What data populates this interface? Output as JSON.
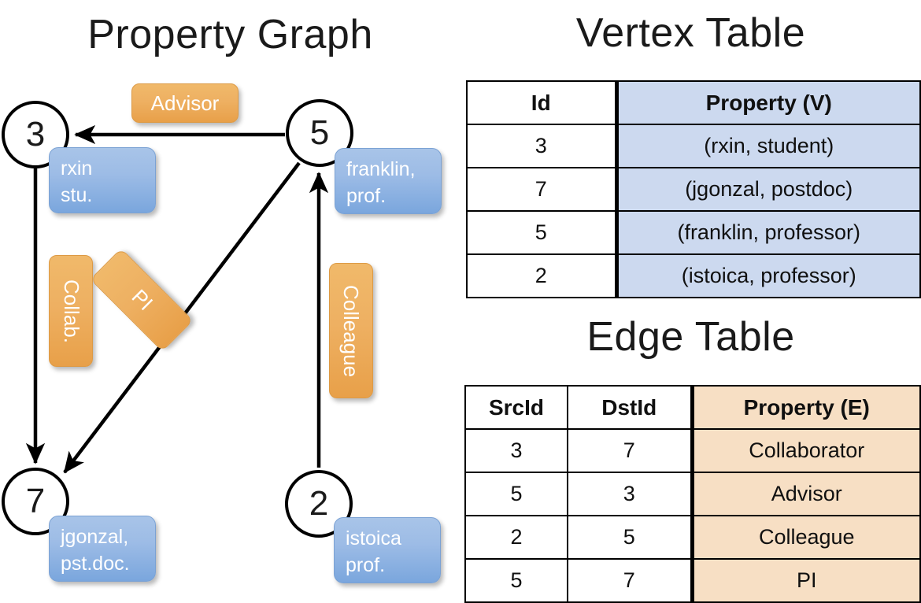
{
  "graph_panel": {
    "title": "Property Graph",
    "nodes": [
      {
        "id": "3",
        "property": "rxin\nstu."
      },
      {
        "id": "5",
        "property": "franklin,\nprof."
      },
      {
        "id": "7",
        "property": "jgonzal,\npst.doc."
      },
      {
        "id": "2",
        "property": "istoica\nprof."
      }
    ],
    "node_labels": {
      "n3": "3",
      "n5": "5",
      "n7": "7",
      "n2": "2"
    },
    "vertex_props": {
      "rxin_line1": "rxin",
      "rxin_line2": "stu.",
      "franklin_line1": "franklin,",
      "franklin_line2": "prof.",
      "jgonzal_line1": "jgonzal,",
      "jgonzal_line2": "pst.doc.",
      "istoica_line1": "istoica",
      "istoica_line2": "prof."
    },
    "edge_labels": {
      "advisor": "Advisor",
      "collab": "Collab.",
      "pi": "PI",
      "colleague": "Colleague"
    },
    "edges": [
      {
        "src": "5",
        "dst": "3",
        "label": "Advisor"
      },
      {
        "src": "3",
        "dst": "7",
        "label": "Collab."
      },
      {
        "src": "5",
        "dst": "7",
        "label": "PI"
      },
      {
        "src": "2",
        "dst": "5",
        "label": "Colleague"
      }
    ]
  },
  "vertex_table": {
    "title": "Vertex Table",
    "headers": [
      "Id",
      "Property (V)"
    ],
    "rows": [
      {
        "id": "3",
        "property": "(rxin, student)"
      },
      {
        "id": "7",
        "property": "(jgonzal, postdoc)"
      },
      {
        "id": "5",
        "property": "(franklin, professor)"
      },
      {
        "id": "2",
        "property": "(istoica, professor)"
      }
    ]
  },
  "edge_table": {
    "title": "Edge Table",
    "headers": [
      "SrcId",
      "DstId",
      "Property (E)"
    ],
    "rows": [
      {
        "src": "3",
        "dst": "7",
        "property": "Collaborator"
      },
      {
        "src": "5",
        "dst": "3",
        "property": "Advisor"
      },
      {
        "src": "2",
        "dst": "5",
        "property": "Colleague"
      },
      {
        "src": "5",
        "dst": "7",
        "property": "PI"
      }
    ]
  },
  "colors": {
    "vertex_property_fill": "#ccd9ef",
    "edge_property_fill": "#f7dfc4",
    "vertex_node_box": "#9dbce6",
    "edge_label_box": "#eeb062",
    "stroke": "#000000",
    "background": "#ffffff"
  }
}
